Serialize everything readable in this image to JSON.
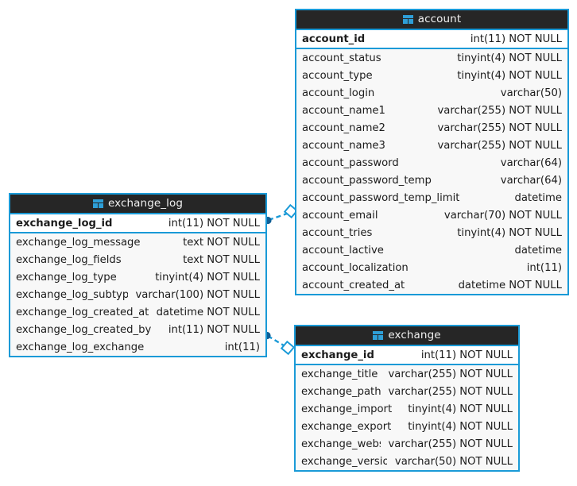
{
  "diagram": {
    "type": "entity-relationship-diagram",
    "background_color": "#ffffff",
    "accent_color": "#1a9ad7",
    "header_color": "#262626",
    "header_text_color": "#f0f0f0",
    "row_color": "#f8f8f8",
    "pk_row_color": "#ffffff",
    "text_color": "#1c1c1c"
  },
  "entities": [
    {
      "id": "account",
      "name": "account",
      "icon": "table-icon",
      "primary_key": {
        "name": "account_id",
        "type": "int(11) NOT NULL"
      },
      "fields": [
        {
          "name": "account_status",
          "type": "tinyint(4) NOT NULL"
        },
        {
          "name": "account_type",
          "type": "tinyint(4) NOT NULL"
        },
        {
          "name": "account_login",
          "type": "varchar(50)"
        },
        {
          "name": "account_name1",
          "type": "varchar(255) NOT NULL"
        },
        {
          "name": "account_name2",
          "type": "varchar(255) NOT NULL"
        },
        {
          "name": "account_name3",
          "type": "varchar(255) NOT NULL"
        },
        {
          "name": "account_password",
          "type": "varchar(64)"
        },
        {
          "name": "account_password_temp",
          "type": "varchar(64)"
        },
        {
          "name": "account_password_temp_limit",
          "type": "datetime"
        },
        {
          "name": "account_email",
          "type": "varchar(70) NOT NULL"
        },
        {
          "name": "account_tries",
          "type": "tinyint(4) NOT NULL"
        },
        {
          "name": "account_lactive",
          "type": "datetime"
        },
        {
          "name": "account_localization",
          "type": "int(11)"
        },
        {
          "name": "account_created_at",
          "type": "datetime NOT NULL"
        }
      ]
    },
    {
      "id": "exchange_log",
      "name": "exchange_log",
      "icon": "table-icon",
      "primary_key": {
        "name": "exchange_log_id",
        "type": "int(11) NOT NULL"
      },
      "fields": [
        {
          "name": "exchange_log_message",
          "type": "text NOT NULL"
        },
        {
          "name": "exchange_log_fields",
          "type": "text NOT NULL"
        },
        {
          "name": "exchange_log_type",
          "type": "tinyint(4) NOT NULL"
        },
        {
          "name": "exchange_log_subtype",
          "type": "varchar(100) NOT NULL"
        },
        {
          "name": "exchange_log_created_at",
          "type": "datetime NOT NULL"
        },
        {
          "name": "exchange_log_created_by",
          "type": "int(11) NOT NULL"
        },
        {
          "name": "exchange_log_exchange",
          "type": "int(11)"
        }
      ]
    },
    {
      "id": "exchange",
      "name": "exchange",
      "icon": "table-icon",
      "primary_key": {
        "name": "exchange_id",
        "type": "int(11) NOT NULL"
      },
      "fields": [
        {
          "name": "exchange_title",
          "type": "varchar(255) NOT NULL"
        },
        {
          "name": "exchange_path",
          "type": "varchar(255) NOT NULL"
        },
        {
          "name": "exchange_import",
          "type": "tinyint(4) NOT NULL"
        },
        {
          "name": "exchange_export",
          "type": "tinyint(4) NOT NULL"
        },
        {
          "name": "exchange_website",
          "type": "varchar(255) NOT NULL"
        },
        {
          "name": "exchange_version",
          "type": "varchar(50) NOT NULL"
        }
      ]
    }
  ],
  "relationships": [
    {
      "id": "rel-log-account",
      "from_entity": "exchange_log",
      "from_field": "exchange_log_id",
      "to_entity": "account",
      "to_field": "account_email",
      "style": "dashed",
      "from_marker": "dot",
      "to_marker": "diamond"
    },
    {
      "id": "rel-log-exchange",
      "from_entity": "exchange_log",
      "from_field": "exchange_log_created_by",
      "to_entity": "exchange",
      "to_field": "exchange_id",
      "style": "dashed",
      "from_marker": "dot",
      "to_marker": "diamond"
    }
  ]
}
